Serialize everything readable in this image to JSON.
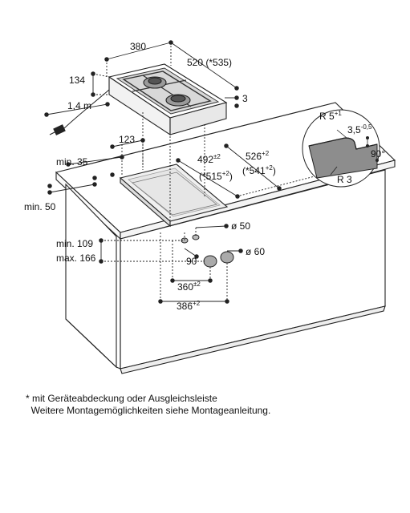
{
  "dimensions": {
    "width_380": "380",
    "depth_520": "520 (*535)",
    "height_134": "134",
    "three": "3",
    "cable": "1,4 m",
    "d123": "123",
    "d492": "492",
    "d492_sup": "±2",
    "d515": "(*515",
    "d515_sup": "+2",
    "d515_close": ")",
    "d526": "526",
    "d526_sup": "+2",
    "d541": "(*541",
    "d541_sup": "+2",
    "d541_close": ")",
    "min35": "min. 35",
    "min50": "min. 50",
    "min109": "min. 109",
    "max166": "max. 166",
    "dia50": "ø 50",
    "dia60": "ø 60",
    "d90": "90",
    "d360": "360",
    "d360_sup": "±2",
    "d386": "386",
    "d386_sup": "+2"
  },
  "detail": {
    "r5": "R 5",
    "r5_sup": "+1",
    "d35": "3,5",
    "d35_sup": "-0,5",
    "angle": "90°",
    "r3": "R 3"
  },
  "notes": {
    "line1": "* mit Geräteabdeckung oder Ausgleichsleiste",
    "line2": "  Weitere Montagemöglichkeiten siehe Montageanleitung."
  }
}
